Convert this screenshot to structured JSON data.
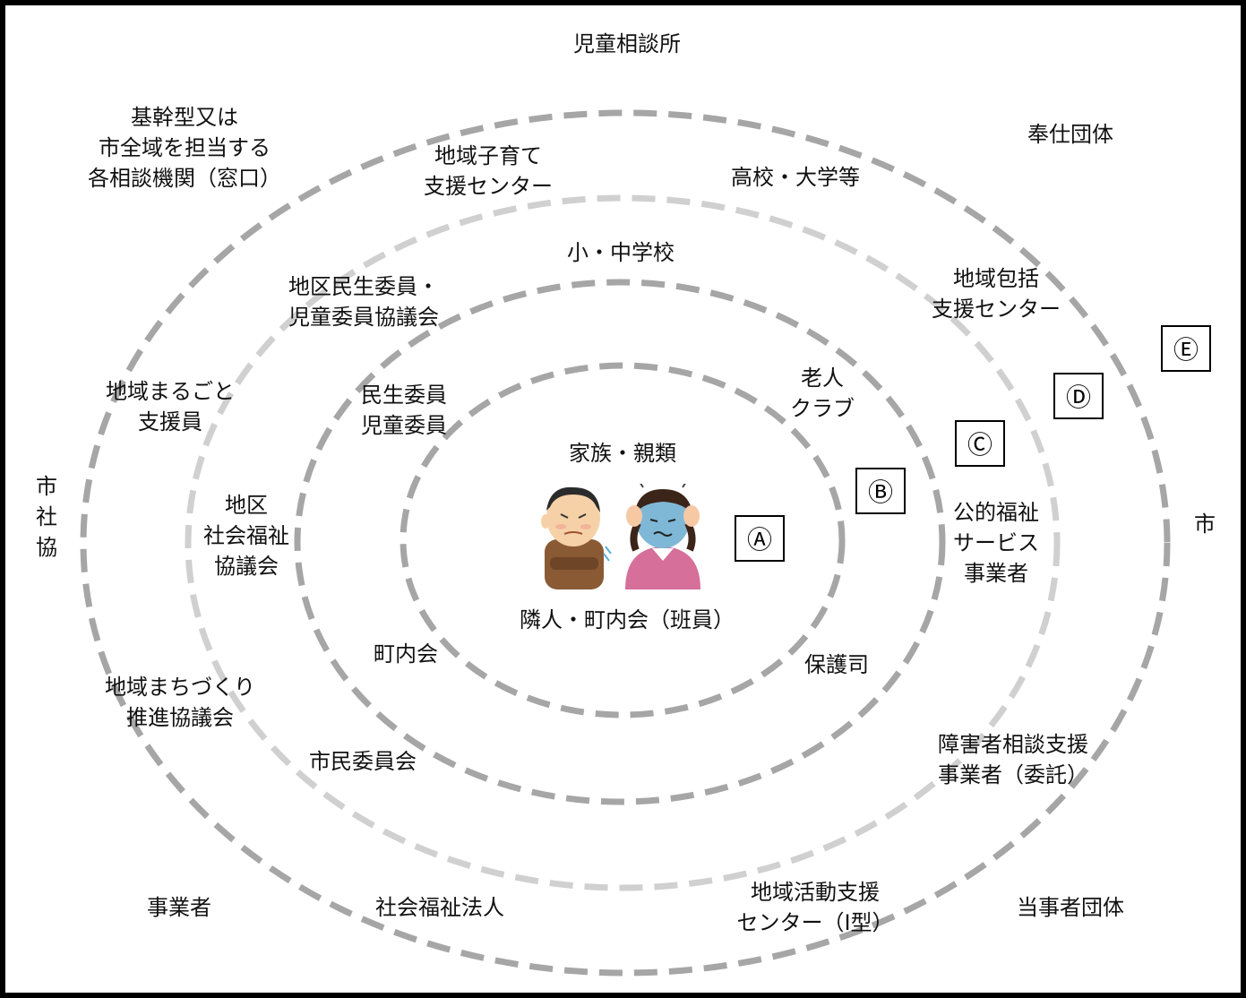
{
  "labels": {
    "jidou_soudanjo": "児童相談所",
    "kikan_soudan": "基幹型又は\n市全域を担当する\n各相談機関（窓口）",
    "chiiki_kosodate": "地域子育て\n支援センター",
    "koukou_daigaku": "高校・大学等",
    "houshi_dantai": "奉仕団体",
    "shou_chuu": "小・中学校",
    "minsei_kyougikai": "地区民生委員・\n児童委員協議会",
    "houkatsu": "地域包括\n支援センター",
    "marugoto": "地域まるごと\n支援員",
    "minsei_jidou": "民生委員\n児童委員",
    "roujin": "老人\nクラブ",
    "kazoku": "家族・親類",
    "shi_shakyou": "市\n社\n協",
    "chiku_shakyou": "地区\n社会福祉\n協議会",
    "koutekifukushi": "公的福祉\nサービス\n事業者",
    "shi": "市",
    "rinjin": "隣人・町内会（班員）",
    "chounaikai": "町内会",
    "hogoshi": "保護司",
    "machizukuri": "地域まちづくり\n推進協議会",
    "shimin_iinkai": "市民委員会",
    "shougai_soudan": "障害者相談支援\n事業者（委託）",
    "jigyousha": "事業者",
    "shakai_fukushi_houjin": "社会福祉法人",
    "katsudou_shien": "地域活動支援\nセンター（Ⅰ型）",
    "toujisha_dantai": "当事者団体"
  },
  "markers": {
    "a": "Ⓐ",
    "b": "Ⓑ",
    "c": "Ⓒ",
    "d": "Ⓓ",
    "e": "Ⓔ"
  },
  "icons": [
    "worried-man-icon",
    "distressed-woman-icon"
  ],
  "colors": {
    "ring_dark": "#a6a6a6",
    "ring_light": "#d0d0d0",
    "border": "#000000"
  }
}
